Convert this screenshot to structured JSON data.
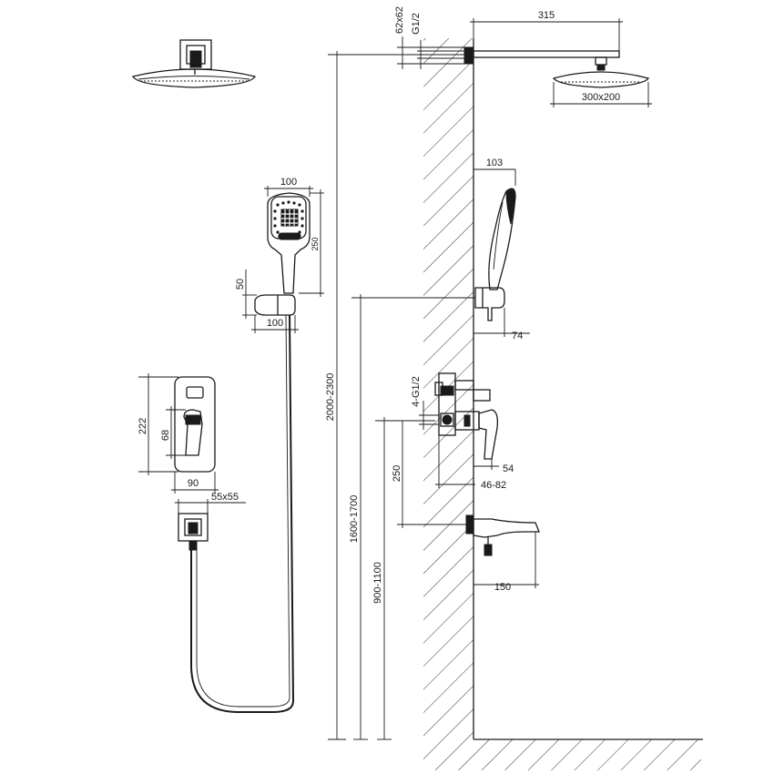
{
  "diagram": {
    "colors": {
      "line": "#1a1a1a",
      "background": "#ffffff"
    },
    "dimensions": {
      "head_arm_length": "315",
      "head_size": "300x200",
      "wall_flange": "62x62",
      "thread_top": "G1/2",
      "hand_width": "100",
      "hand_length": "250",
      "holder_height": "50",
      "holder_width": "100",
      "holder_depth": "103",
      "holder_projection": "74",
      "valve_thread": "4-G1/2",
      "valve_projection_a": "54",
      "valve_projection_b": "46-82",
      "outlet_spacing": "250",
      "spout_length": "150",
      "mixer_height": "222",
      "mixer_handle": "68",
      "mixer_width": "90",
      "outlet_flange": "55x55",
      "height_total": "2000-2300",
      "height_holder": "1600-1700",
      "height_mixer": "900-1100"
    },
    "icons": [
      "rain-head-icon",
      "hand-shower-icon",
      "mixer-plate-icon",
      "wall-outlet-icon",
      "hose-icon",
      "spout-icon"
    ]
  }
}
